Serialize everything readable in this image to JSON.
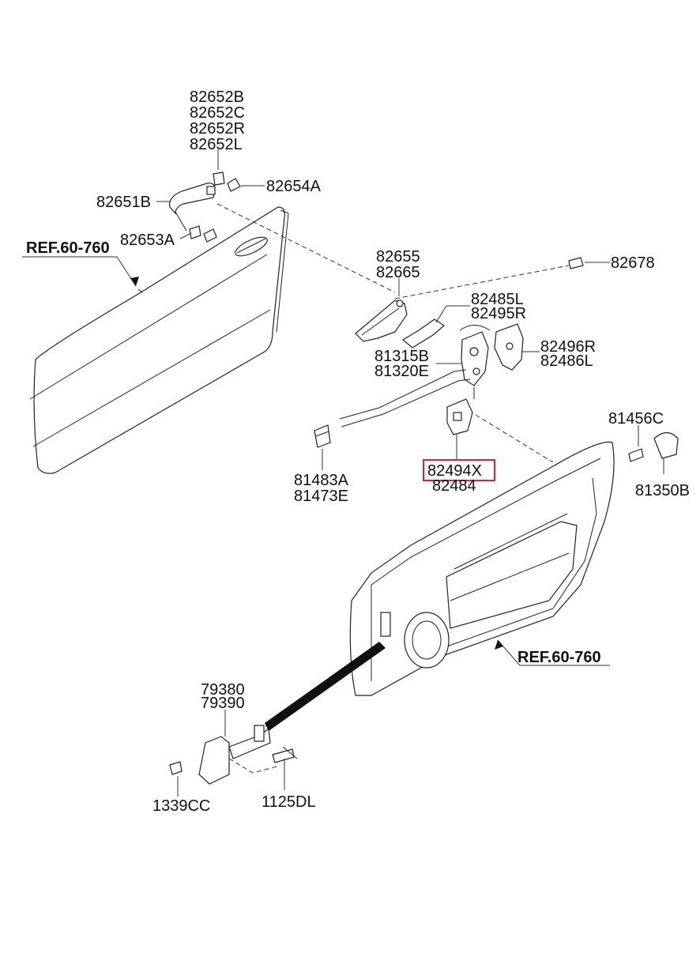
{
  "labels": {
    "p82652B": "82652B",
    "p82652C": "82652C",
    "p82652R": "82652R",
    "p82652L": "82652L",
    "p82654A": "82654A",
    "p82651B": "82651B",
    "p82653A": "82653A",
    "ref_outer": "REF.60-760",
    "p82655": "82655",
    "p82665": "82665",
    "p82678": "82678",
    "p82485L": "82485L",
    "p82495R": "82495R",
    "p82496R": "82496R",
    "p82486L": "82486L",
    "p81315B": "81315B",
    "p81320E": "81320E",
    "p81456C": "81456C",
    "p81350B": "81350B",
    "p81483A": "81483A",
    "p81473E": "81473E",
    "p82494X": "82494X",
    "p82484": "82484",
    "ref_inner": "REF.60-760",
    "p79380": "79380",
    "p79390": "79390",
    "p1339CC": "1339CC",
    "p1125DL": "1125DL"
  },
  "highlight": {
    "part": "82494X",
    "color": "#e0202a"
  }
}
